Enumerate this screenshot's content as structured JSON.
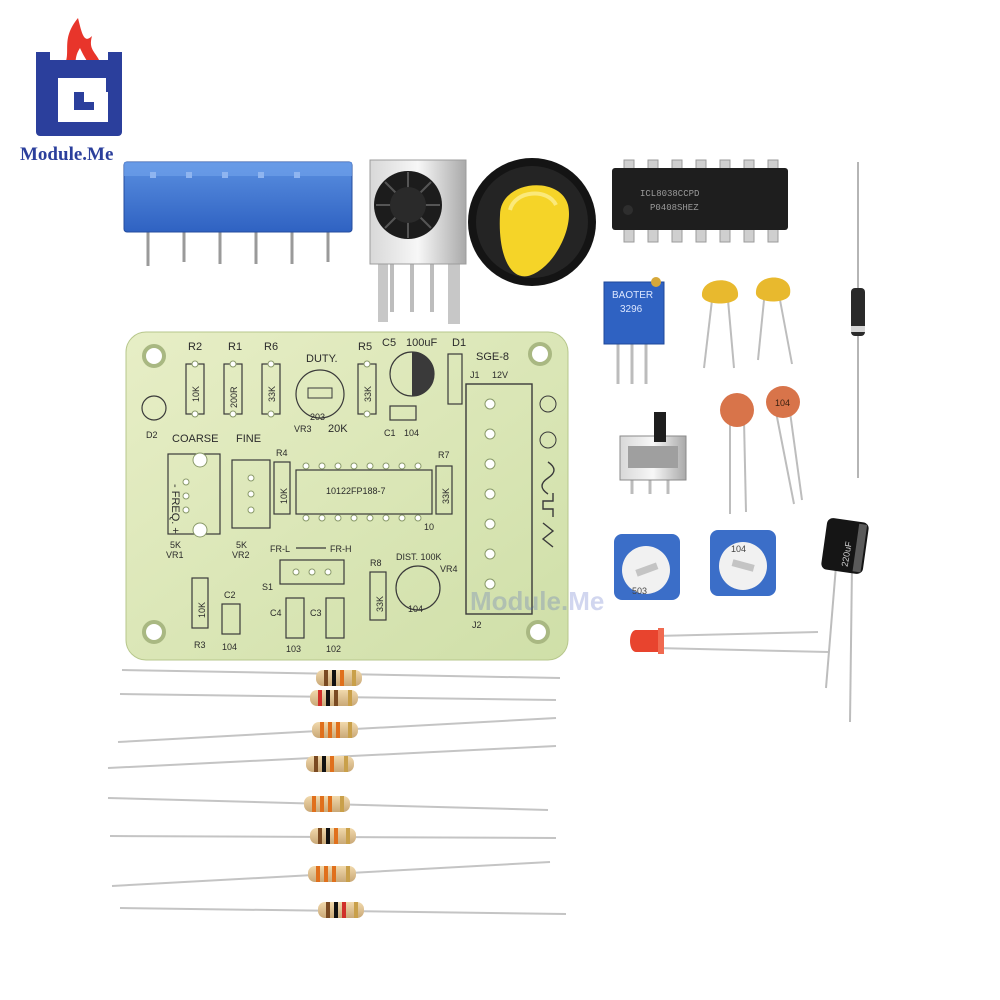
{
  "brand": {
    "name": "Module.Me",
    "watermark": "Module.Me"
  },
  "pcb": {
    "top_labels": [
      "R2",
      "R1",
      "R6",
      "DUTY.",
      "R5",
      "C5",
      "100uF",
      "D1",
      "SGE-8"
    ],
    "j1_label": "J1",
    "j1_voltage": "12V",
    "resistors_top": [
      "10K",
      "200R",
      "33K",
      "33K"
    ],
    "duty_pot": {
      "value": "203",
      "ref": "VR3",
      "size": "20K"
    },
    "d2": "D2",
    "c1": {
      "ref": "C1",
      "value": "104"
    },
    "coarse": "COARSE",
    "fine": "FINE",
    "freq": "- FREQ. +",
    "r4": {
      "ref": "R4",
      "value": "10K"
    },
    "ic_code": "10122FP188-7",
    "r7": {
      "ref": "R7",
      "value": "33K"
    },
    "ten": "10",
    "vr1": {
      "size": "5K",
      "ref": "VR1"
    },
    "vr2": {
      "size": "5K",
      "ref": "VR2"
    },
    "fr_l": "FR-L",
    "fr_h": "FR-H",
    "s1": "S1",
    "dist": "DIST. 100K",
    "vr4": "VR4",
    "r8": {
      "ref": "R8",
      "value": "33K"
    },
    "pot_104": "104",
    "c2": {
      "ref": "C2",
      "value": "104"
    },
    "r3": {
      "ref": "R3",
      "value": "10K"
    },
    "c4": {
      "ref": "C4",
      "value": "103"
    },
    "c3": {
      "ref": "C3",
      "value": "102"
    },
    "j2": "J2"
  },
  "parts": {
    "ic_text1": "ICL8038CCPD",
    "ic_text2": "P0408SHEZ",
    "trimmer_text1": "BAOTER",
    "trimmer_text2": "3296",
    "ceramic_cap": "104",
    "trimpot_a": "503",
    "trimpot_b": "104",
    "electrolytic": "220uF"
  }
}
